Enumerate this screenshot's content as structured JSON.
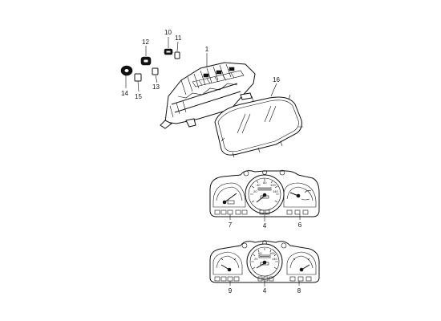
{
  "callouts": {
    "c1": "1",
    "c4a": "4",
    "c4b": "4",
    "c6": "6",
    "c7": "7",
    "c8": "8",
    "c9": "9",
    "c10": "10",
    "c11": "11",
    "c12": "12",
    "c13": "13",
    "c14": "14",
    "c15": "15",
    "c16": "16"
  }
}
